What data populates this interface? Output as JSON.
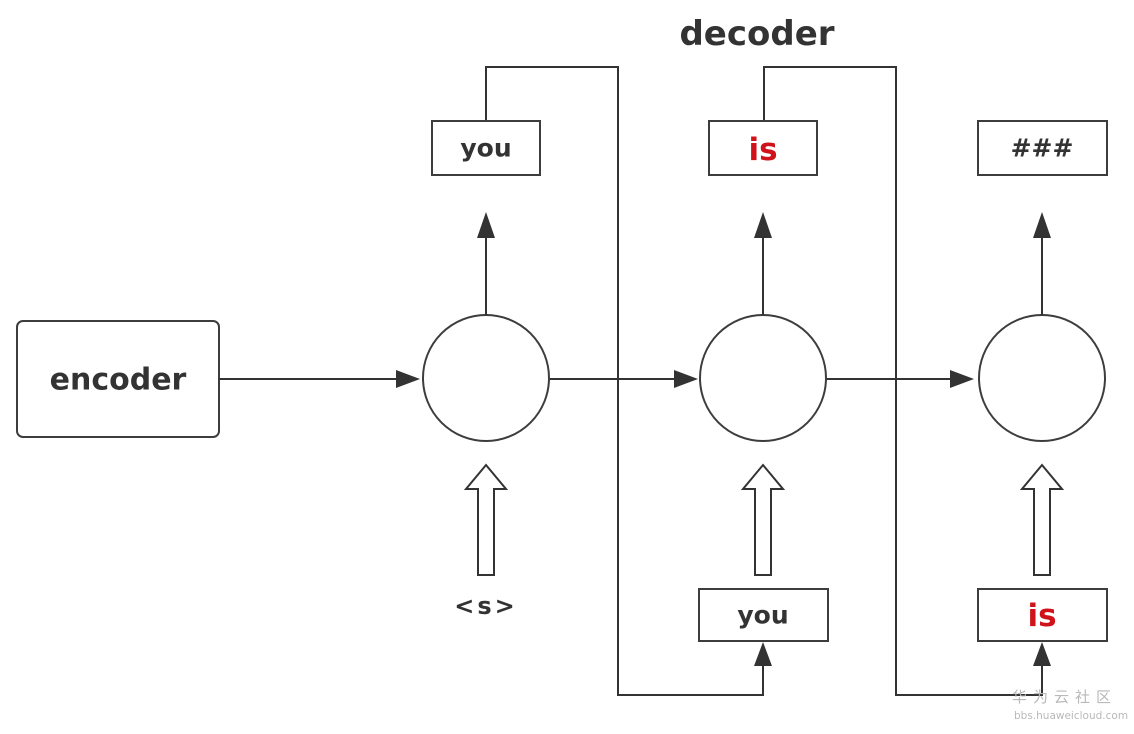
{
  "title": "decoder",
  "encoder": {
    "label": "encoder"
  },
  "outputs": [
    {
      "text": "you",
      "highlight": false
    },
    {
      "text": "is",
      "highlight": true
    },
    {
      "text": "###",
      "highlight": false
    }
  ],
  "inputs": [
    {
      "text": "<s>",
      "boxed": false,
      "highlight": false
    },
    {
      "text": "you",
      "boxed": true,
      "highlight": false
    },
    {
      "text": "is",
      "boxed": true,
      "highlight": true
    }
  ],
  "watermark": {
    "brand": "华为云社区",
    "url": "bbs.huaweicloud.com"
  },
  "colors": {
    "stroke": "#333333",
    "highlight": "#d0121b",
    "watermark": "#b9b9b9"
  }
}
